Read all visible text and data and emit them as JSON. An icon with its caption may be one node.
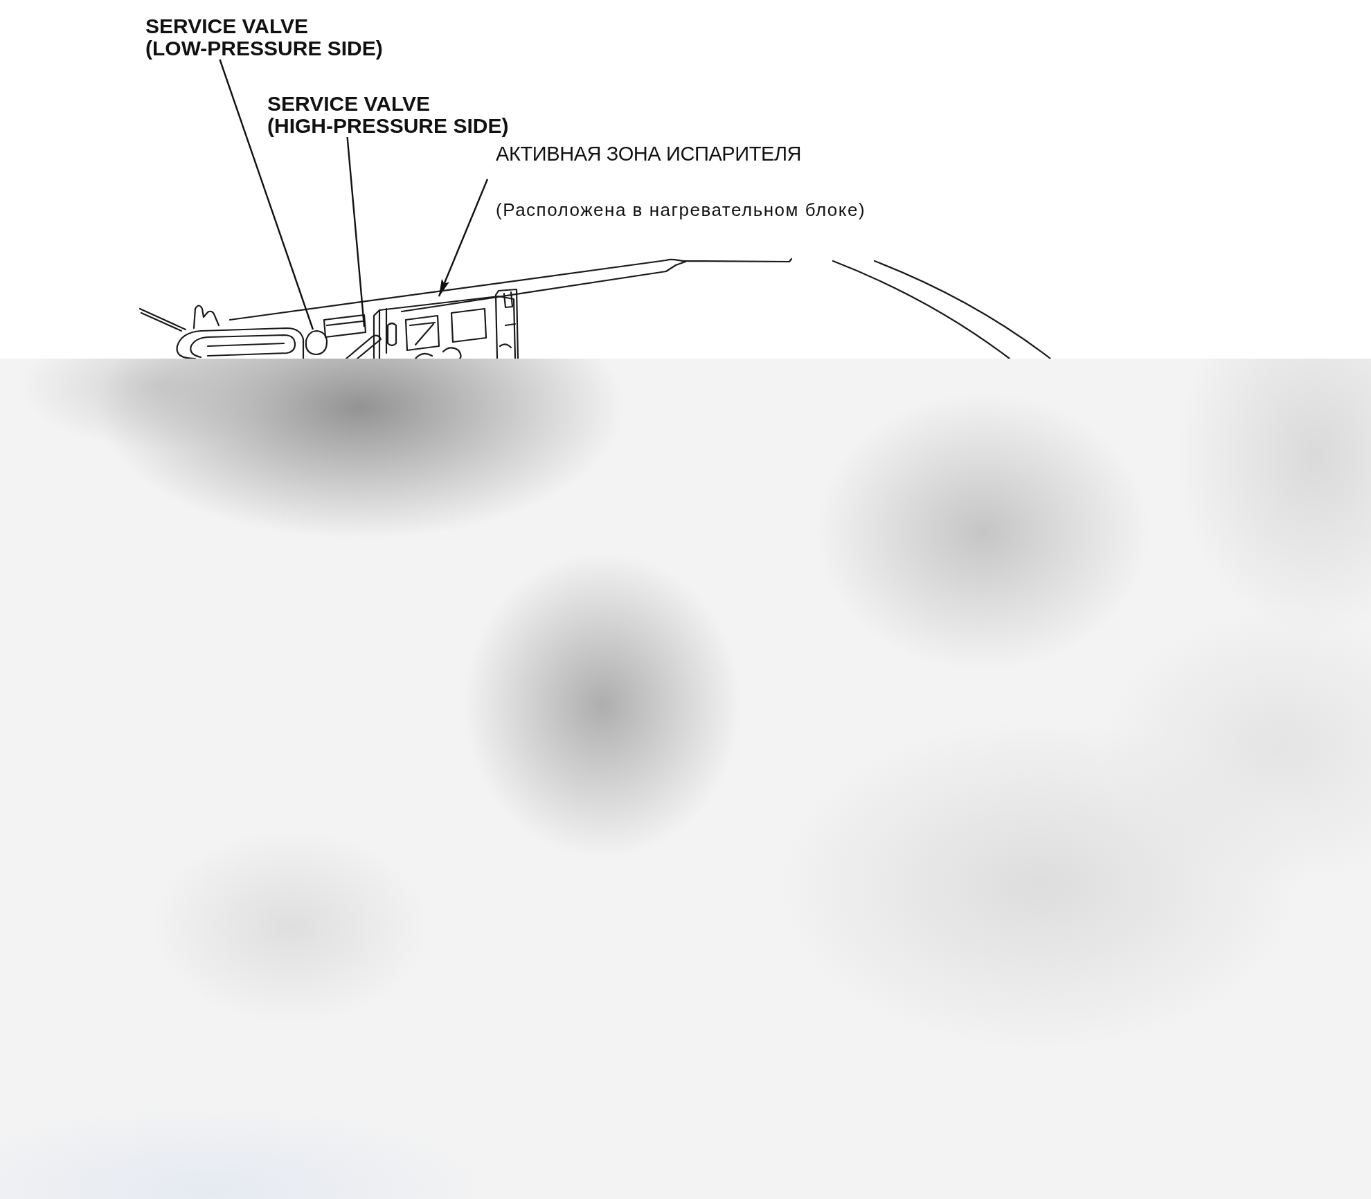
{
  "diagram": {
    "nodes": [
      {
        "text": [
          "SERVICE VALVE (LOW-PRESSURE SIDE)"
        ]
      },
      {
        "text": [
          "SERVICE VALVE (HIGH-PRESSURE SIDE)"
        ]
      },
      {
        "text": [
          "АКТИВНАЯ ЗОНА ИСПАРИТЕЛЯ",
          "(Расположена в нагревательном блоке)"
        ]
      }
    ],
    "edges": [
      {
        "from": 0,
        "to": null,
        "arrow": "none"
      },
      {
        "from": 1,
        "to": null,
        "arrow": "none"
      },
      {
        "from": 2,
        "to": null,
        "arrow": "to"
      }
    ]
  }
}
